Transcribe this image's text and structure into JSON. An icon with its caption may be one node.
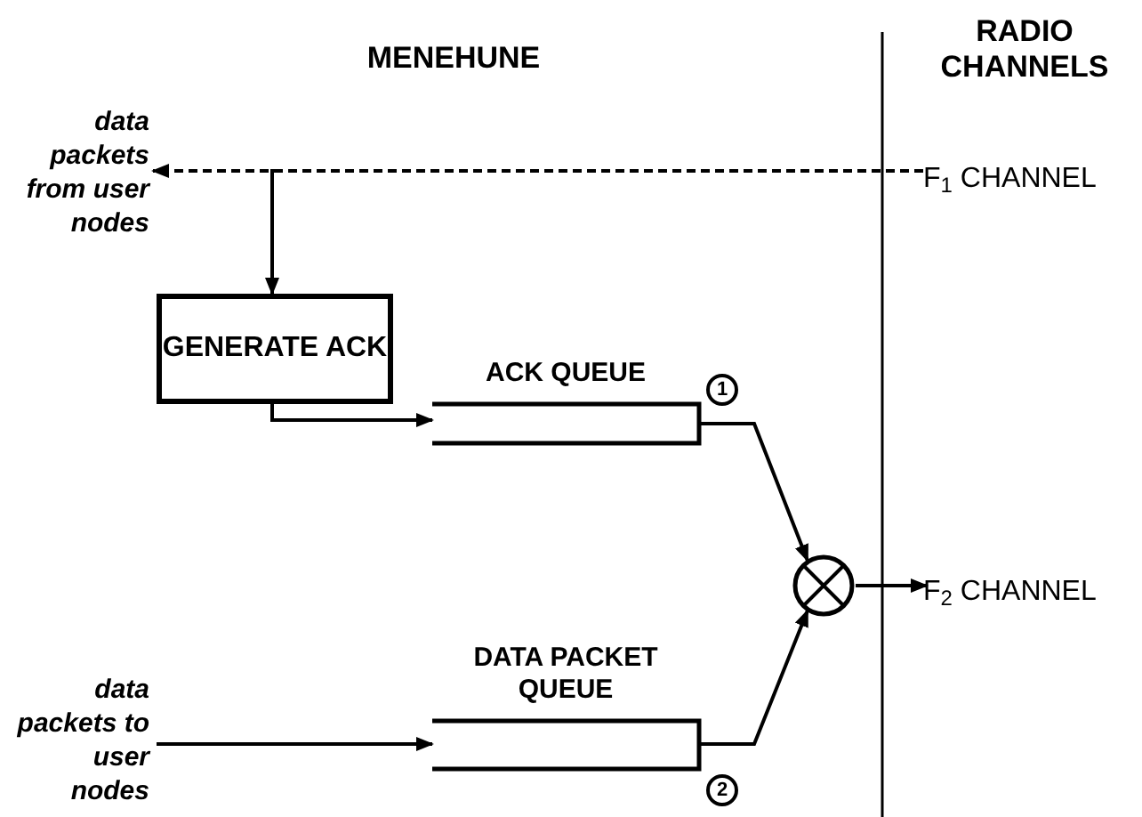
{
  "diagram": {
    "nodes": [
      {
        "text": [
          "data packets from user nodes"
        ]
      },
      {
        "text": [
          "F$_{1}$ CHANNEL"
        ]
      },
      {
        "text": [
          "GENERATE ACK"
        ]
      },
      {
        "text": [
          "ACK QUEUE",
          "1"
        ]
      },
      {
        "text": [
          "DATA PACKET QUEUE",
          "2"
        ]
      },
      {
        "text": [],
        "shape": "circle"
      },
      {
        "text": [
          "F$_{2}$ CHANNEL"
        ]
      },
      {
        "text": [
          "data packets to user nodes"
        ]
      }
    ],
    "edges": [
      {
        "from": 1,
        "to": 0,
        "arrow": "to",
        "style": "dashed"
      },
      {
        "from": 1,
        "to": 2,
        "arrow": "to",
        "style": "dashed"
      },
      {
        "from": 2,
        "to": 3,
        "arrow": "to"
      },
      {
        "from": 3,
        "to": 5,
        "arrow": "to"
      },
      {
        "from": 4,
        "to": 5,
        "arrow": "to"
      },
      {
        "from": 5,
        "to": 6,
        "arrow": "to"
      },
      {
        "from": 7,
        "to": 4,
        "arrow": "to"
      }
    ],
    "labels": [
      "MENEHUNE",
      "RADIO CHANNELS"
    ]
  }
}
